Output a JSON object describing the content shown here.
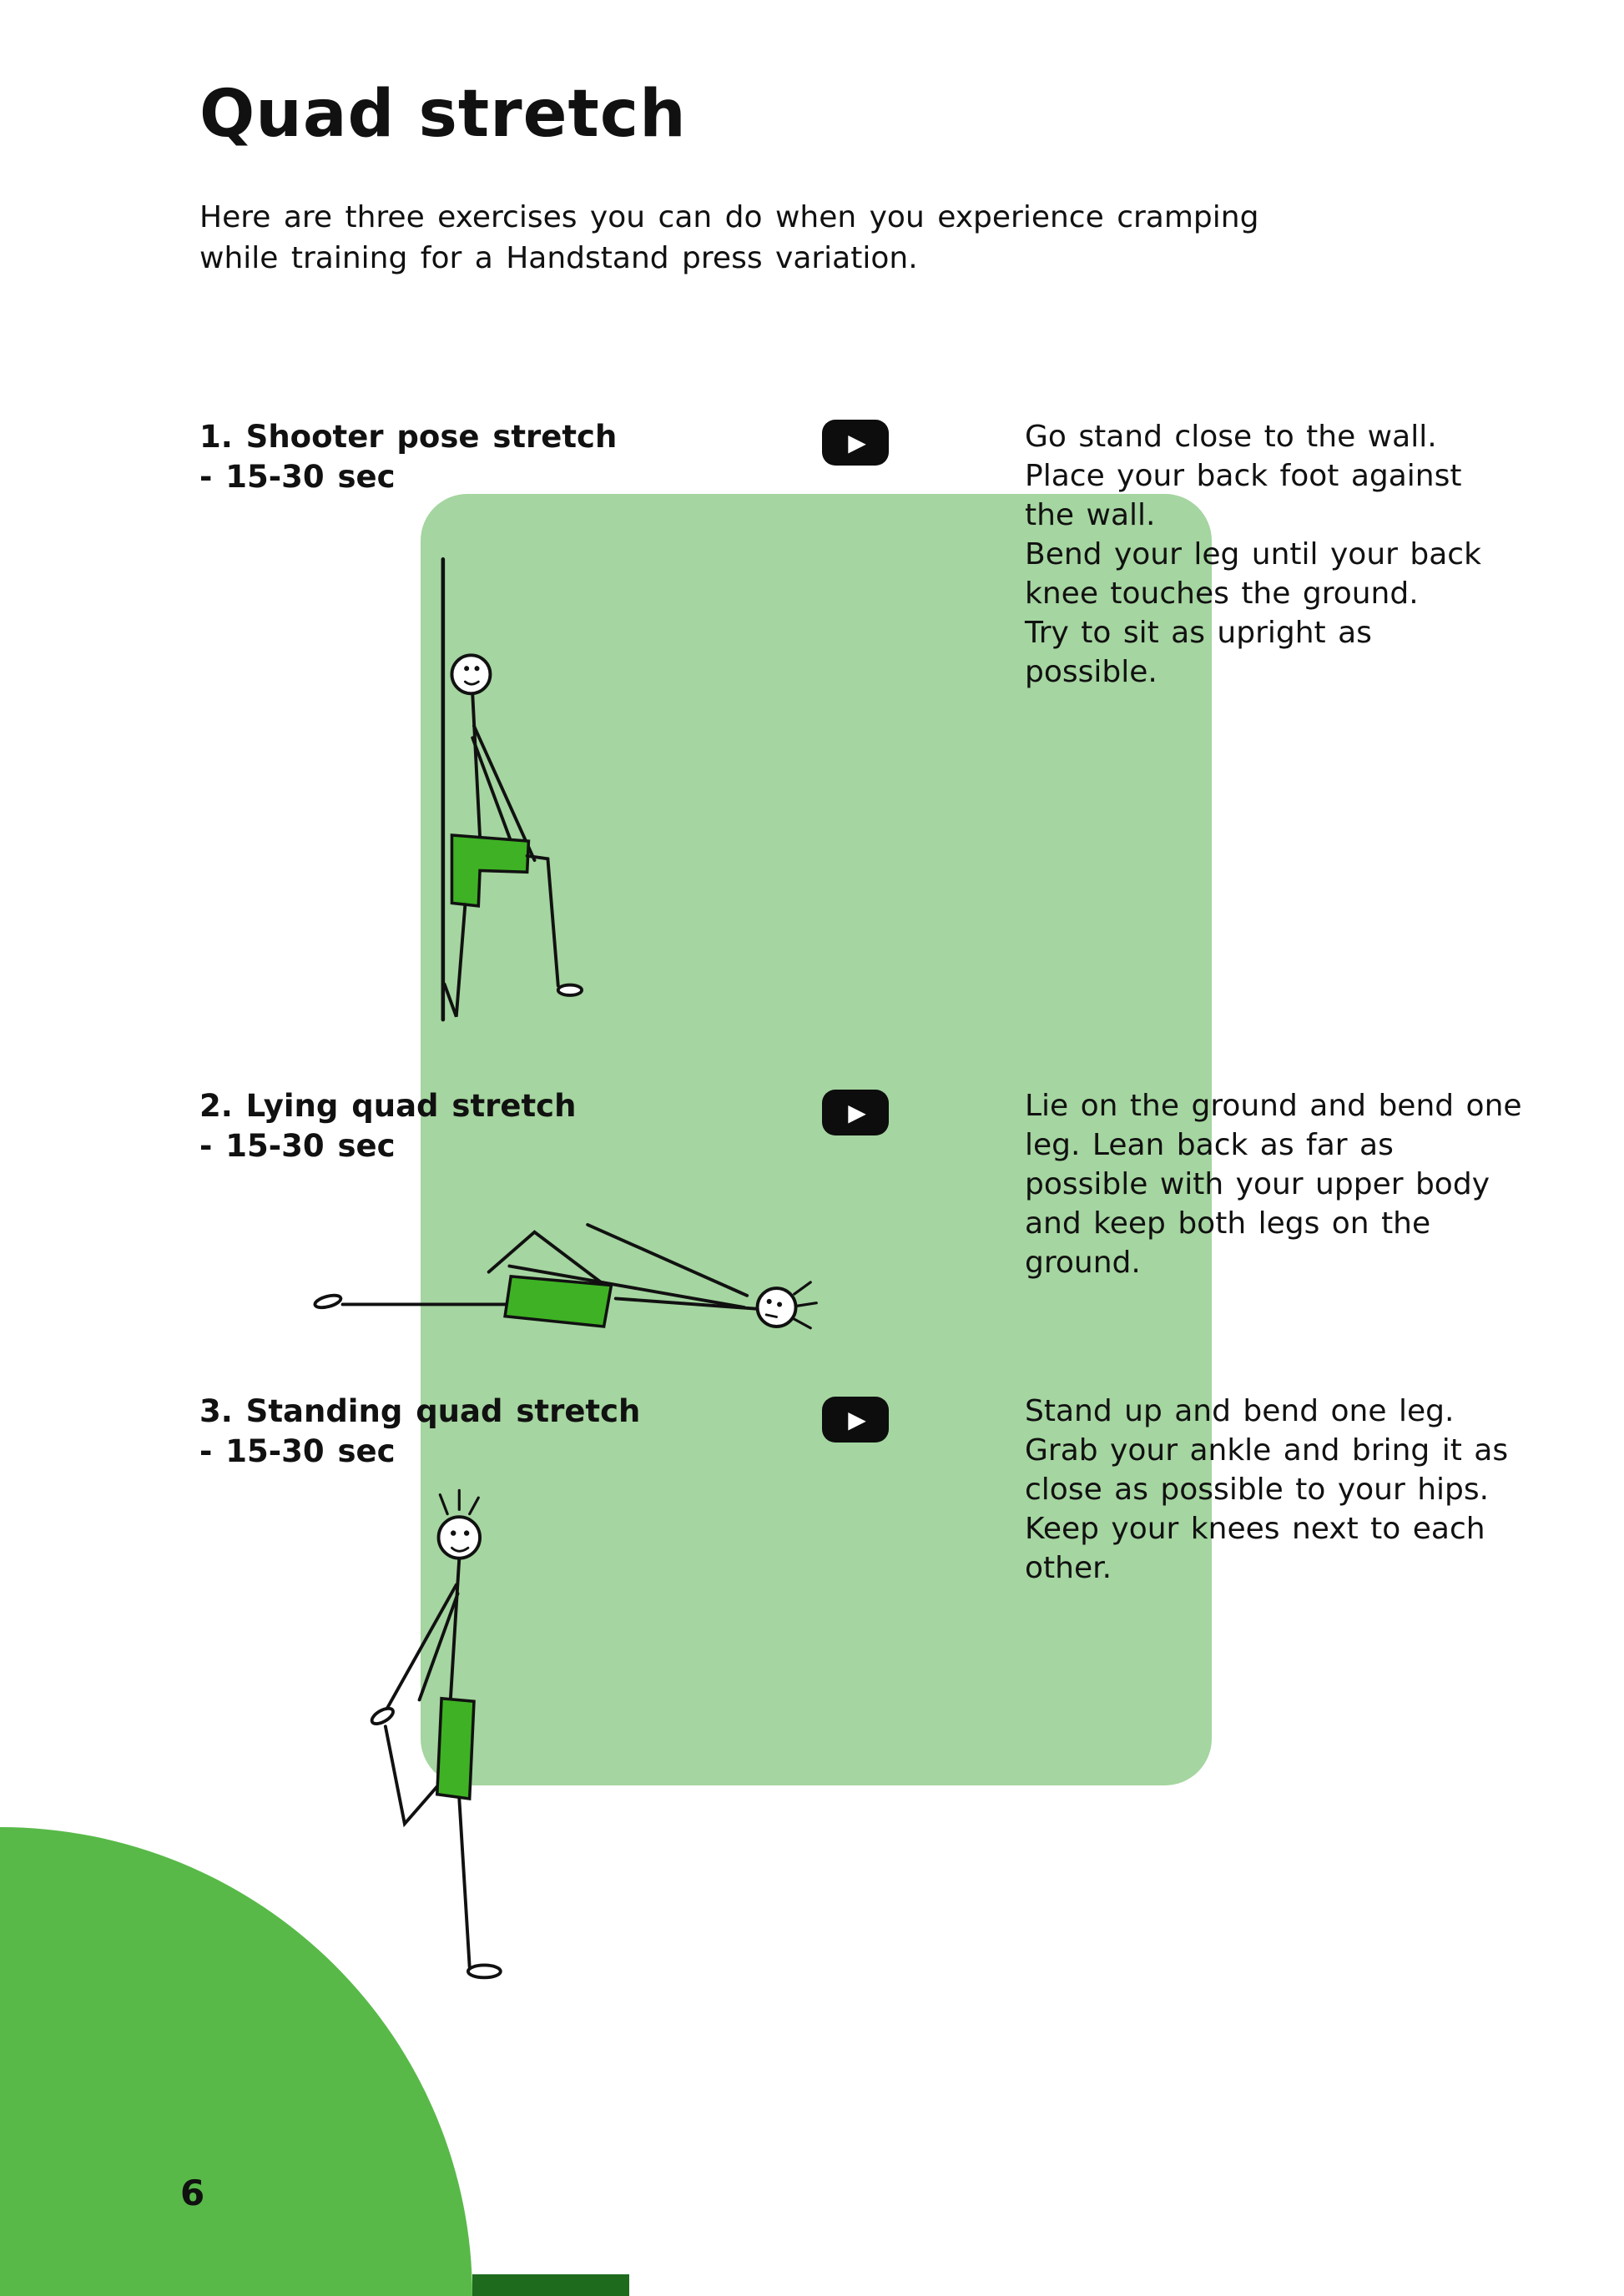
{
  "page": {
    "title": "Quad stretch",
    "page_number": "6"
  },
  "intro": "Here are three exercises you can do when you experience cramping\nwhile training for a Handstand press variation.",
  "icons": {
    "play": "▶"
  },
  "colors": {
    "panel_green": "#a5d5a0",
    "accent_green": "#58b948",
    "shorts_green": "#3eb224",
    "strip_green": "#1e6b1e",
    "play_bg": "#0d0d0d"
  },
  "exercises": [
    {
      "heading": "1. Shooter pose stretch",
      "duration": "- 15-30 sec",
      "description": "Go stand close to the wall.\nPlace your back foot against\nthe wall.\nBend your leg until your back\nknee touches the ground.\nTry to sit as upright as\npossible."
    },
    {
      "heading": "2. Lying quad stretch",
      "duration": "- 15-30 sec",
      "description": "Lie on the ground and bend one\nleg. Lean back as far as\npossible with your upper body\nand keep both legs on the\nground."
    },
    {
      "heading": "3. Standing quad stretch",
      "duration": "- 15-30 sec",
      "description": "Stand up and bend one leg.\nGrab your ankle and bring it as\nclose as possible to your hips.\nKeep your knees next to each\nother."
    }
  ]
}
